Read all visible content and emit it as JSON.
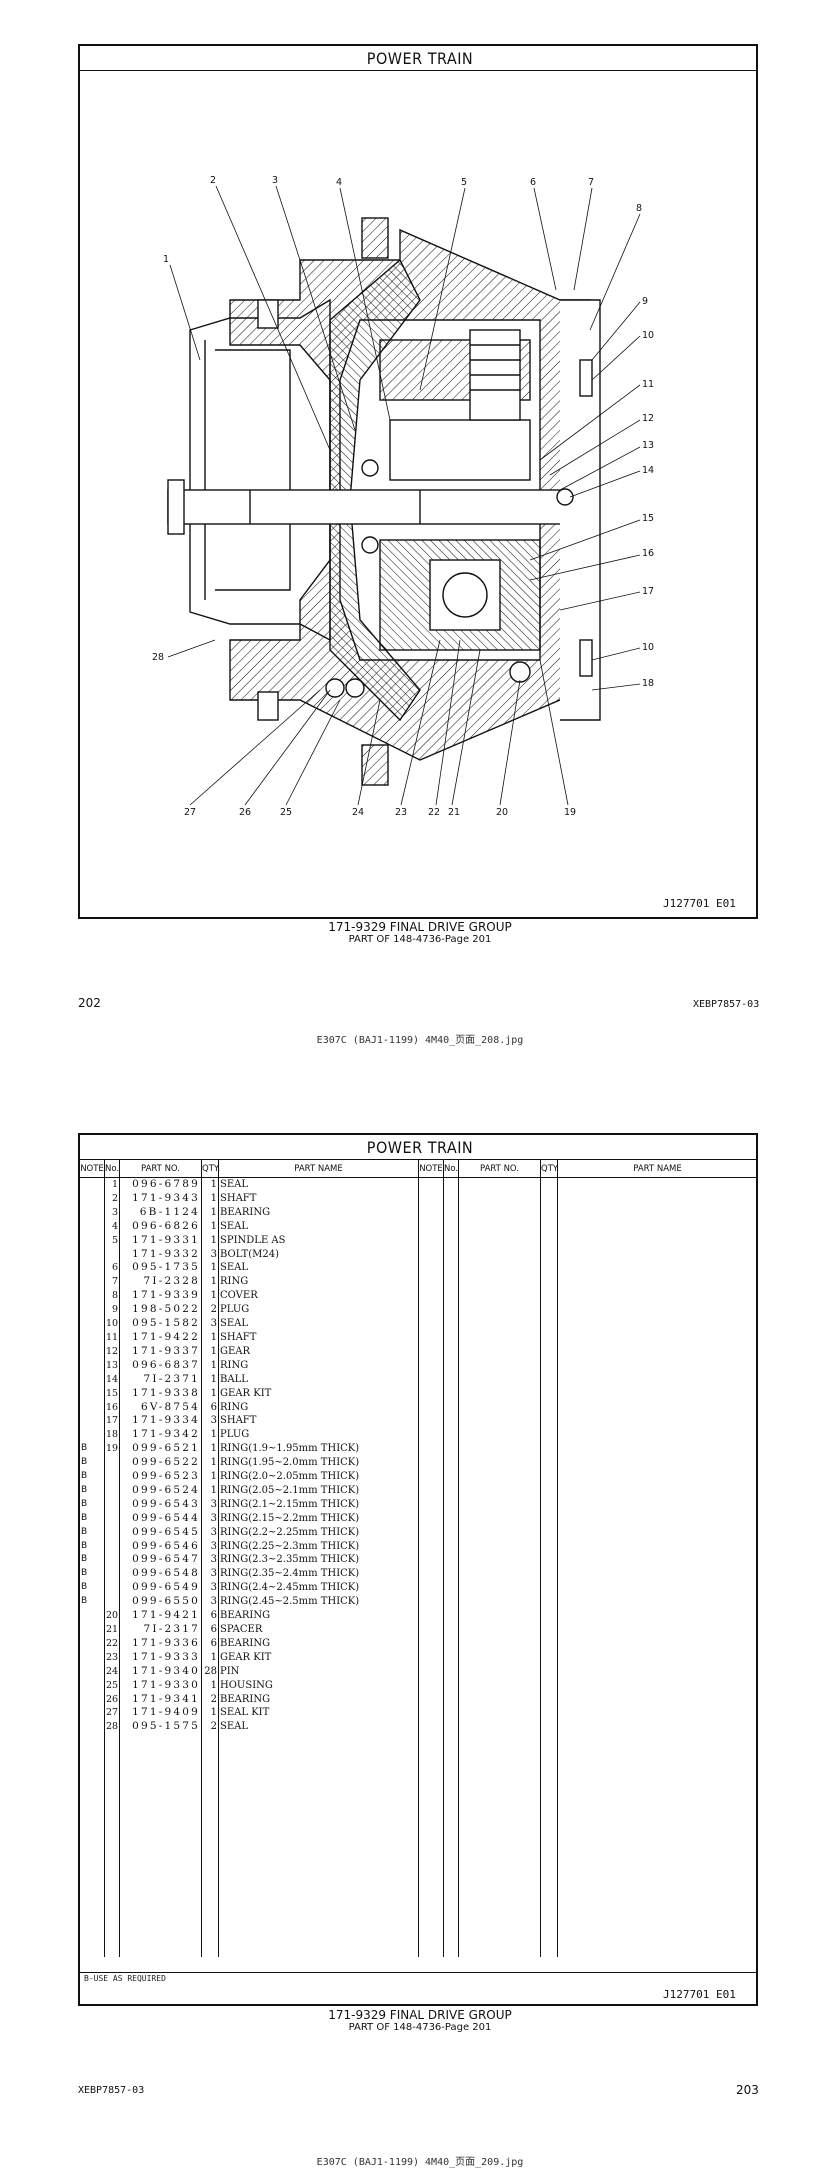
{
  "page1": {
    "title": "POWER TRAIN",
    "callouts": [
      "1",
      "2",
      "3",
      "4",
      "5",
      "6",
      "7",
      "8",
      "9",
      "10",
      "11",
      "12",
      "13",
      "14",
      "15",
      "16",
      "17",
      "10",
      "18",
      "19",
      "20",
      "21",
      "22",
      "23",
      "24",
      "25",
      "26",
      "27",
      "28"
    ],
    "ref": "J127701  E01",
    "caption_main": "171-9329 FINAL DRIVE GROUP",
    "caption_sub": "PART OF 148-4736-Page 201",
    "page_number": "202",
    "doc_id": "XEBP7857-03"
  },
  "file_caption_1": "E307C (BAJ1-1199) 4M40_页面_208.jpg",
  "page2": {
    "title": "POWER TRAIN",
    "headers": {
      "note": "NOTE",
      "no": "No.",
      "part_no": "PART NO.",
      "qty": "QTY.",
      "part_name": "PART NAME"
    },
    "rows": [
      {
        "note": "",
        "no": "1",
        "pn": "096-6789",
        "qty": "1",
        "name": "SEAL"
      },
      {
        "note": "",
        "no": "2",
        "pn": "171-9343",
        "qty": "1",
        "name": "SHAFT"
      },
      {
        "note": "",
        "no": "3",
        "pn": "6B-1124",
        "qty": "1",
        "name": "BEARING"
      },
      {
        "note": "",
        "no": "4",
        "pn": "096-6826",
        "qty": "1",
        "name": "SEAL"
      },
      {
        "note": "",
        "no": "5",
        "pn": "171-9331",
        "qty": "1",
        "name": "SPINDLE AS"
      },
      {
        "note": "",
        "no": "",
        "pn": "171-9332",
        "qty": "3",
        "name": "BOLT(M24)"
      },
      {
        "note": "",
        "no": "6",
        "pn": "095-1735",
        "qty": "1",
        "name": "SEAL"
      },
      {
        "note": "",
        "no": "7",
        "pn": "7I-2328",
        "qty": "1",
        "name": "RING"
      },
      {
        "note": "",
        "no": "8",
        "pn": "171-9339",
        "qty": "1",
        "name": "COVER"
      },
      {
        "note": "",
        "no": "9",
        "pn": "198-5022",
        "qty": "2",
        "name": "PLUG"
      },
      {
        "note": "",
        "no": "10",
        "pn": "095-1582",
        "qty": "3",
        "name": "SEAL"
      },
      {
        "note": "",
        "no": "11",
        "pn": "171-9422",
        "qty": "1",
        "name": "SHAFT"
      },
      {
        "note": "",
        "no": "12",
        "pn": "171-9337",
        "qty": "1",
        "name": "GEAR"
      },
      {
        "note": "",
        "no": "13",
        "pn": "096-6837",
        "qty": "1",
        "name": "RING"
      },
      {
        "note": "",
        "no": "14",
        "pn": "7I-2371",
        "qty": "1",
        "name": "BALL"
      },
      {
        "note": "",
        "no": "15",
        "pn": "171-9338",
        "qty": "1",
        "name": "GEAR KIT"
      },
      {
        "note": "",
        "no": "16",
        "pn": "6V-8754",
        "qty": "6",
        "name": "RING"
      },
      {
        "note": "",
        "no": "17",
        "pn": "171-9334",
        "qty": "3",
        "name": "SHAFT"
      },
      {
        "note": "",
        "no": "18",
        "pn": "171-9342",
        "qty": "1",
        "name": "PLUG"
      },
      {
        "note": "B",
        "no": "19",
        "pn": "099-6521",
        "qty": "1",
        "name": "RING(1.9~1.95mm THICK)"
      },
      {
        "note": "B",
        "no": "",
        "pn": "099-6522",
        "qty": "1",
        "name": "RING(1.95~2.0mm THICK)"
      },
      {
        "note": "B",
        "no": "",
        "pn": "099-6523",
        "qty": "1",
        "name": "RING(2.0~2.05mm THICK)"
      },
      {
        "note": "B",
        "no": "",
        "pn": "099-6524",
        "qty": "1",
        "name": "RING(2.05~2.1mm THICK)"
      },
      {
        "note": "B",
        "no": "",
        "pn": "099-6543",
        "qty": "3",
        "name": "RING(2.1~2.15mm THICK)"
      },
      {
        "note": "B",
        "no": "",
        "pn": "099-6544",
        "qty": "3",
        "name": "RING(2.15~2.2mm THICK)"
      },
      {
        "note": "B",
        "no": "",
        "pn": "099-6545",
        "qty": "3",
        "name": "RING(2.2~2.25mm THICK)"
      },
      {
        "note": "B",
        "no": "",
        "pn": "099-6546",
        "qty": "3",
        "name": "RING(2.25~2.3mm THICK)"
      },
      {
        "note": "B",
        "no": "",
        "pn": "099-6547",
        "qty": "3",
        "name": "RING(2.3~2.35mm THICK)"
      },
      {
        "note": "B",
        "no": "",
        "pn": "099-6548",
        "qty": "3",
        "name": "RING(2.35~2.4mm THICK)"
      },
      {
        "note": "B",
        "no": "",
        "pn": "099-6549",
        "qty": "3",
        "name": "RING(2.4~2.45mm THICK)"
      },
      {
        "note": "B",
        "no": "",
        "pn": "099-6550",
        "qty": "3",
        "name": "RING(2.45~2.5mm THICK)"
      },
      {
        "note": "",
        "no": "20",
        "pn": "171-9421",
        "qty": "6",
        "name": "BEARING"
      },
      {
        "note": "",
        "no": "21",
        "pn": "7I-2317",
        "qty": "6",
        "name": "SPACER"
      },
      {
        "note": "",
        "no": "22",
        "pn": "171-9336",
        "qty": "6",
        "name": "BEARING"
      },
      {
        "note": "",
        "no": "23",
        "pn": "171-9333",
        "qty": "1",
        "name": "GEAR KIT"
      },
      {
        "note": "",
        "no": "24",
        "pn": "171-9340",
        "qty": "28",
        "name": "PIN"
      },
      {
        "note": "",
        "no": "25",
        "pn": "171-9330",
        "qty": "1",
        "name": "HOUSING"
      },
      {
        "note": "",
        "no": "26",
        "pn": "171-9341",
        "qty": "2",
        "name": "BEARING"
      },
      {
        "note": "",
        "no": "27",
        "pn": "171-9409",
        "qty": "1",
        "name": "SEAL KIT"
      },
      {
        "note": "",
        "no": "28",
        "pn": "095-1575",
        "qty": "2",
        "name": "SEAL"
      }
    ],
    "footnote": "B-USE AS REQUIRED",
    "ref": "J127701  E01",
    "caption_main": "171-9329 FINAL DRIVE GROUP",
    "caption_sub": "PART OF 148-4736-Page 201",
    "doc_id": "XEBP7857-03",
    "page_number": "203"
  },
  "file_caption_2": "E307C (BAJ1-1199) 4M40_页面_209.jpg"
}
